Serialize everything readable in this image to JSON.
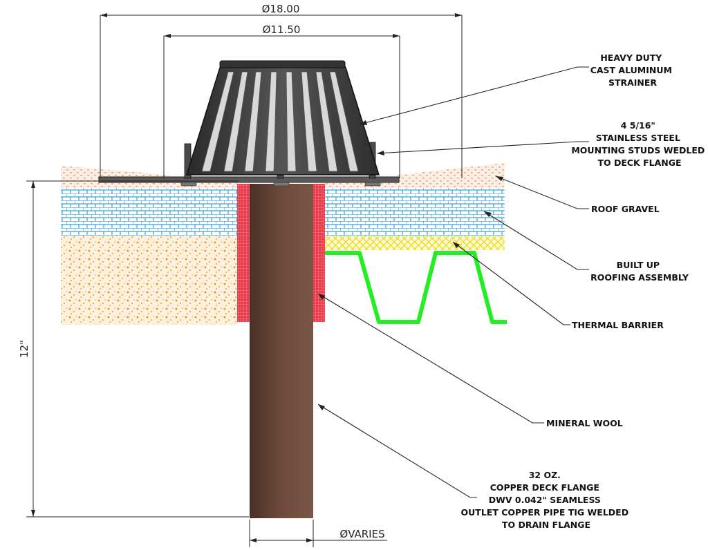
{
  "dimensions": {
    "outer_diameter": "Ø18.00",
    "inner_diameter": "Ø11.50",
    "height": "12\"",
    "pipe_diameter": "ØVARIES"
  },
  "callouts": {
    "strainer": [
      "HEAVY DUTY",
      "CAST ALUMINUM",
      "STRAINER"
    ],
    "studs": [
      "4 5/16\"",
      "STAINLESS STEEL",
      "MOUNTING STUDS WEDLED",
      "TO DECK FLANGE"
    ],
    "roof_gravel": [
      "ROOF GRAVEL"
    ],
    "built_up": [
      "BUILT UP",
      "ROOFING ASSEMBLY"
    ],
    "thermal_barrier": [
      "THERMAL BARRIER"
    ],
    "mineral_wool": [
      "MINERAL WOOL"
    ],
    "copper": [
      "32 OZ.",
      "COPPER DECK FLANGE",
      "DWV 0.042\" SEAMLESS",
      "OUTLET COPPER PIPE TIG WELDED",
      "TO DRAIN FLANGE"
    ]
  },
  "colors": {
    "gravel": "#fbeee4",
    "gravel_dots": "#e8a060",
    "roofing_blue": "#3aa0d8",
    "insulation": "#fdf1de",
    "insulation_dots": "#e88a1a",
    "thermal_yellow": "#f2e34a",
    "deck_green": "#22ee22",
    "mineral_wool": "#e83a4a",
    "pipe": "#6e4a3a",
    "strainer": "#3a3a3a"
  }
}
